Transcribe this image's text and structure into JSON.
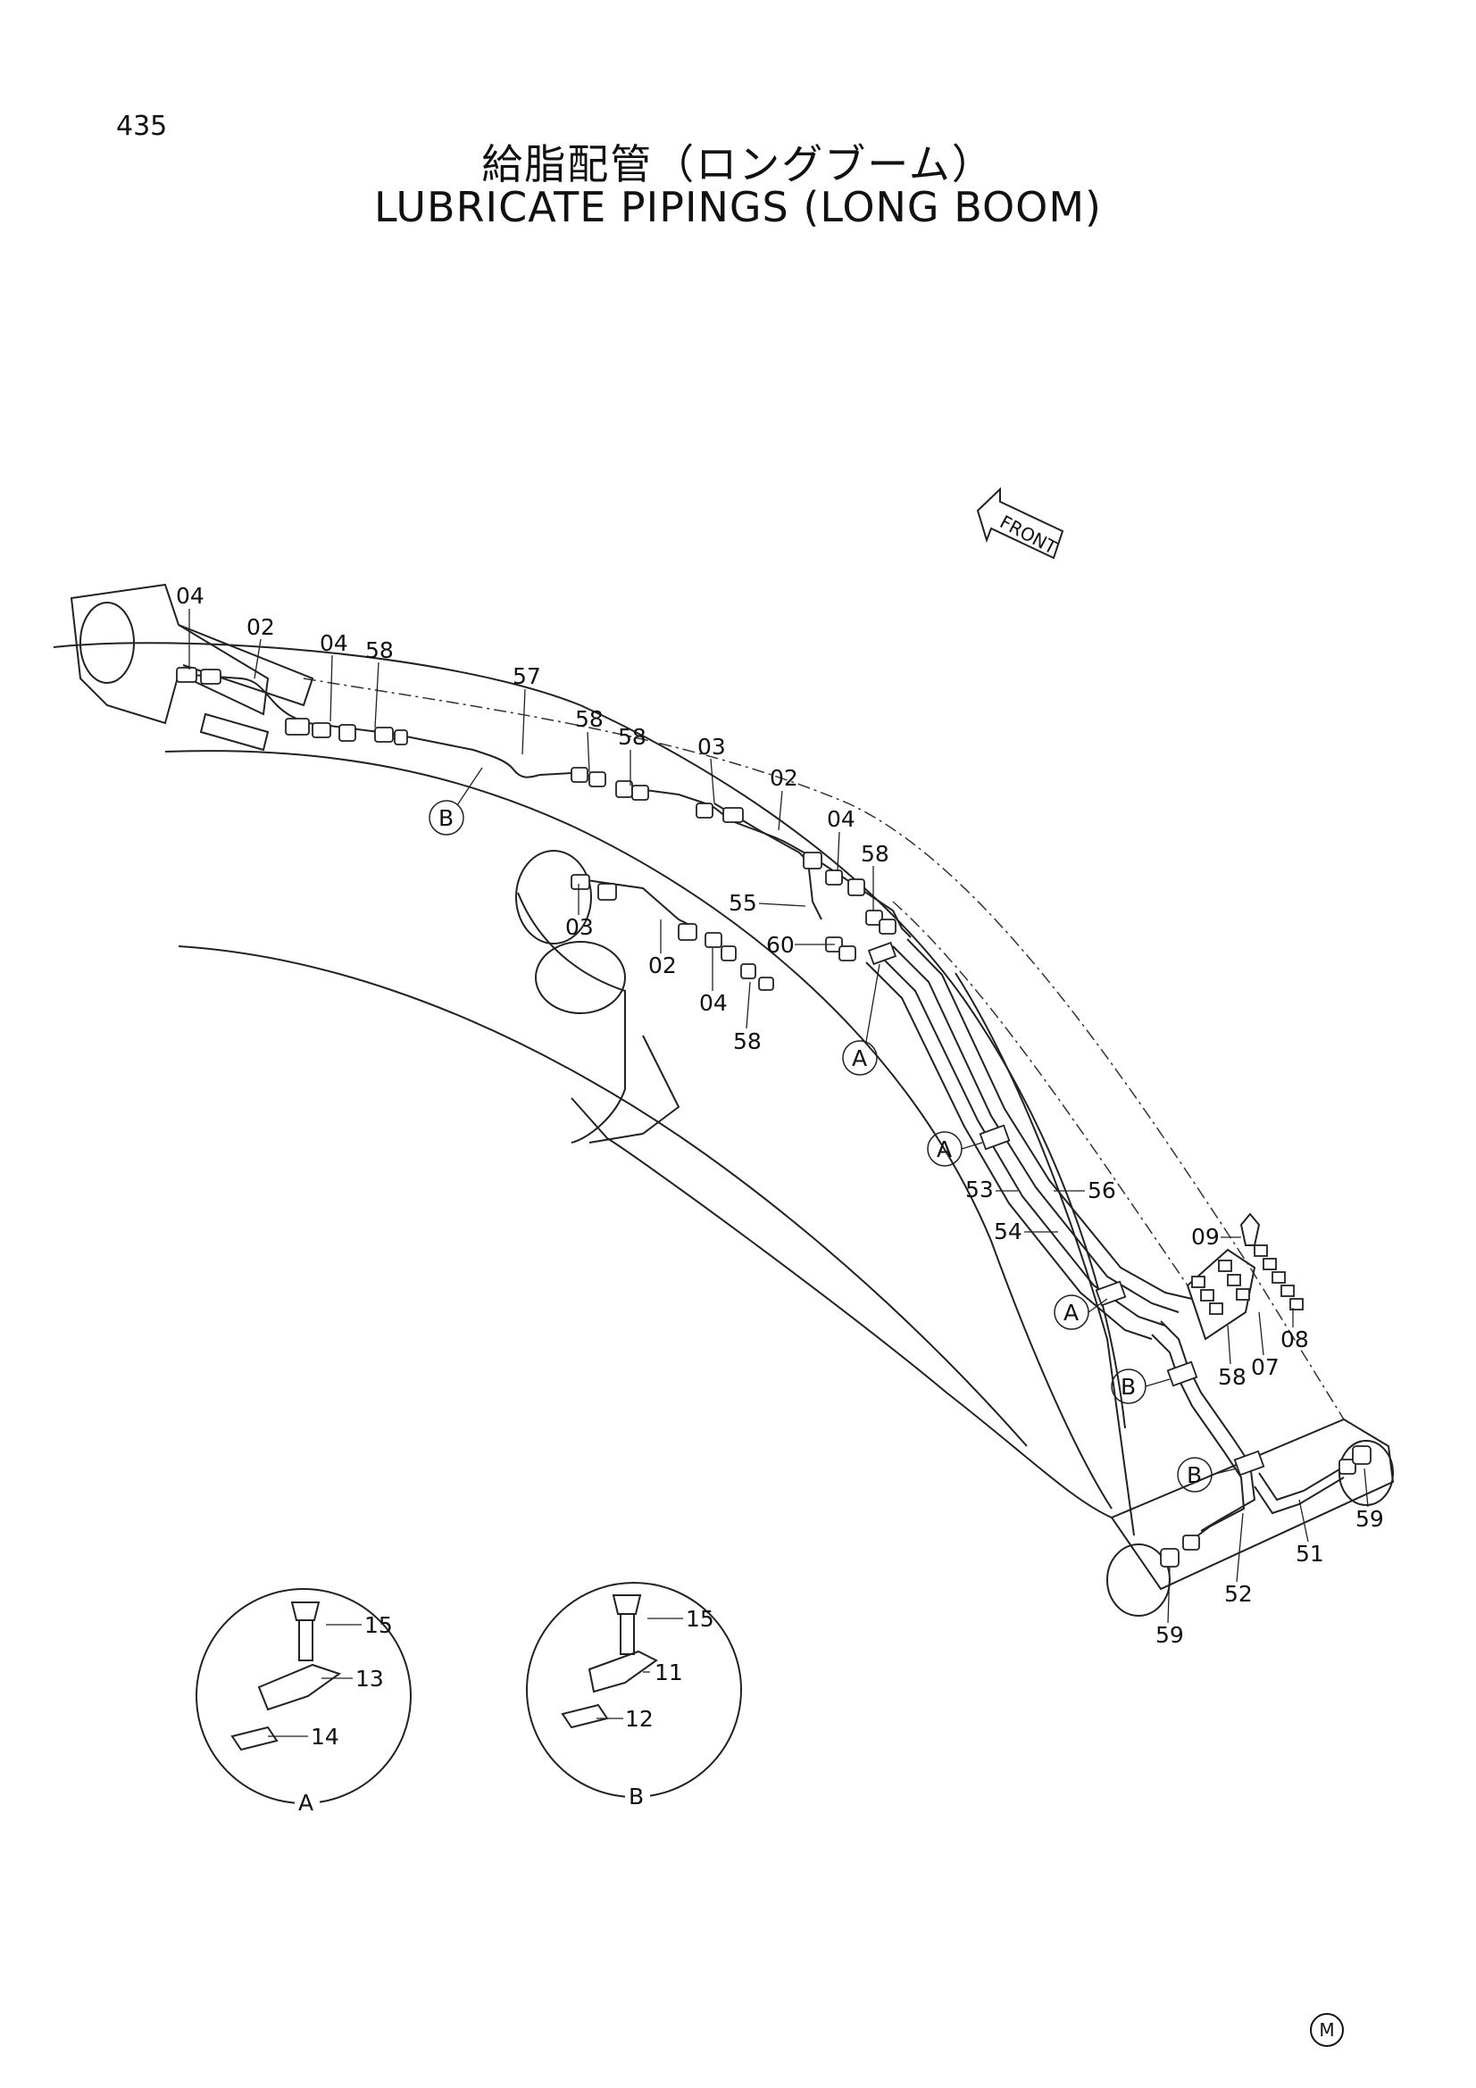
{
  "page_number": "435",
  "title_jp": "給脂配管（ロングブーム）",
  "title_en": "LUBRICATE PIPINGS (LONG BOOM)",
  "front_label": "FRONT",
  "mark": "M",
  "callouts": {
    "a1": "A",
    "a2": "A",
    "a3": "A",
    "b1": "B",
    "b2": "B",
    "b3": "B"
  },
  "labels": {
    "p04a": "04",
    "p02a": "02",
    "p04b": "04",
    "p58a": "58",
    "p57": "57",
    "p58b": "58",
    "p58c": "58",
    "p03a": "03",
    "p02b": "02",
    "p04c": "04",
    "p58d": "58",
    "p55": "55",
    "p60": "60",
    "p03b": "03",
    "p02c": "02",
    "p04d": "04",
    "p58e": "58",
    "p53": "53",
    "p56": "56",
    "p54": "54",
    "p09": "09",
    "p58f": "58",
    "p07": "07",
    "p08": "08",
    "p59a": "59",
    "p51": "51",
    "p52": "52",
    "p59b": "59"
  },
  "detail_a": {
    "caption": "A",
    "parts": [
      "15",
      "13",
      "14"
    ]
  },
  "detail_b": {
    "caption": "B",
    "parts": [
      "15",
      "11",
      "12"
    ]
  }
}
